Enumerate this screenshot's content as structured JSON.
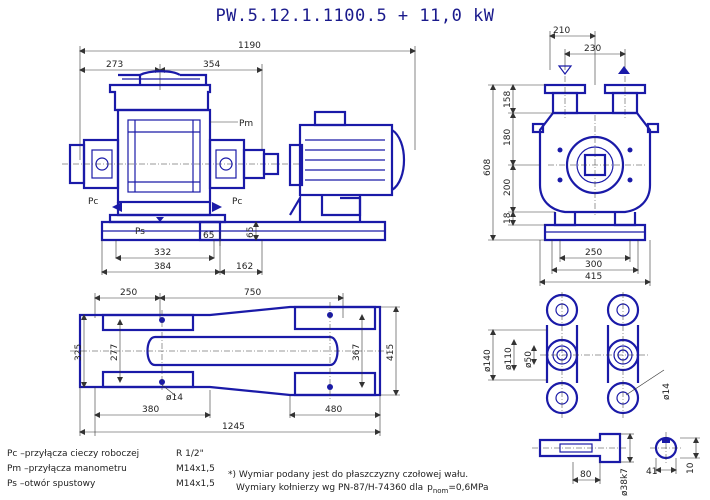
{
  "title": "PW.5.12.1.1100.5  +  11,0 kW",
  "side_view": {
    "dims": [
      "1190",
      "273",
      "354",
      "332",
      "384",
      "162",
      "65",
      "65"
    ],
    "labels": {
      "pm": "Pm",
      "pc_left": "Pc",
      "pc_right": "Pc",
      "ps": "Ps"
    }
  },
  "end_view": {
    "dims": [
      "210",
      "230",
      "608",
      "158",
      "180",
      "200",
      "18",
      "250",
      "300",
      "415"
    ]
  },
  "plan_view": {
    "dims": [
      "250",
      "750",
      "325",
      "277",
      "367",
      "415",
      "ø14",
      "380",
      "480",
      "1245"
    ]
  },
  "flange_view": {
    "dims": [
      "ø140",
      "ø110",
      "ø50",
      "ø14"
    ]
  },
  "shaft_view": {
    "dims": [
      "80",
      "ø38k7",
      "41",
      "10"
    ]
  },
  "legend": [
    {
      "sym": "Pc",
      "sub": "c",
      "desc": " –przyłącza cieczy roboczej",
      "val": "R 1/2\""
    },
    {
      "sym": "Pm",
      "sub": "m",
      "desc": " –przyłącza manometru",
      "val": "M14x1,5"
    },
    {
      "sym": "Ps",
      "sub": "s",
      "desc": " –otwór spustowy",
      "val": "M14x1,5"
    }
  ],
  "notes": [
    "*) Wymiar podany jest do płaszczyzny czołowej wału.",
    "Wymiary kołnierzy wg PN-87/H-74360 dla",
    "p",
    "nom",
    "=0,6MPa"
  ]
}
